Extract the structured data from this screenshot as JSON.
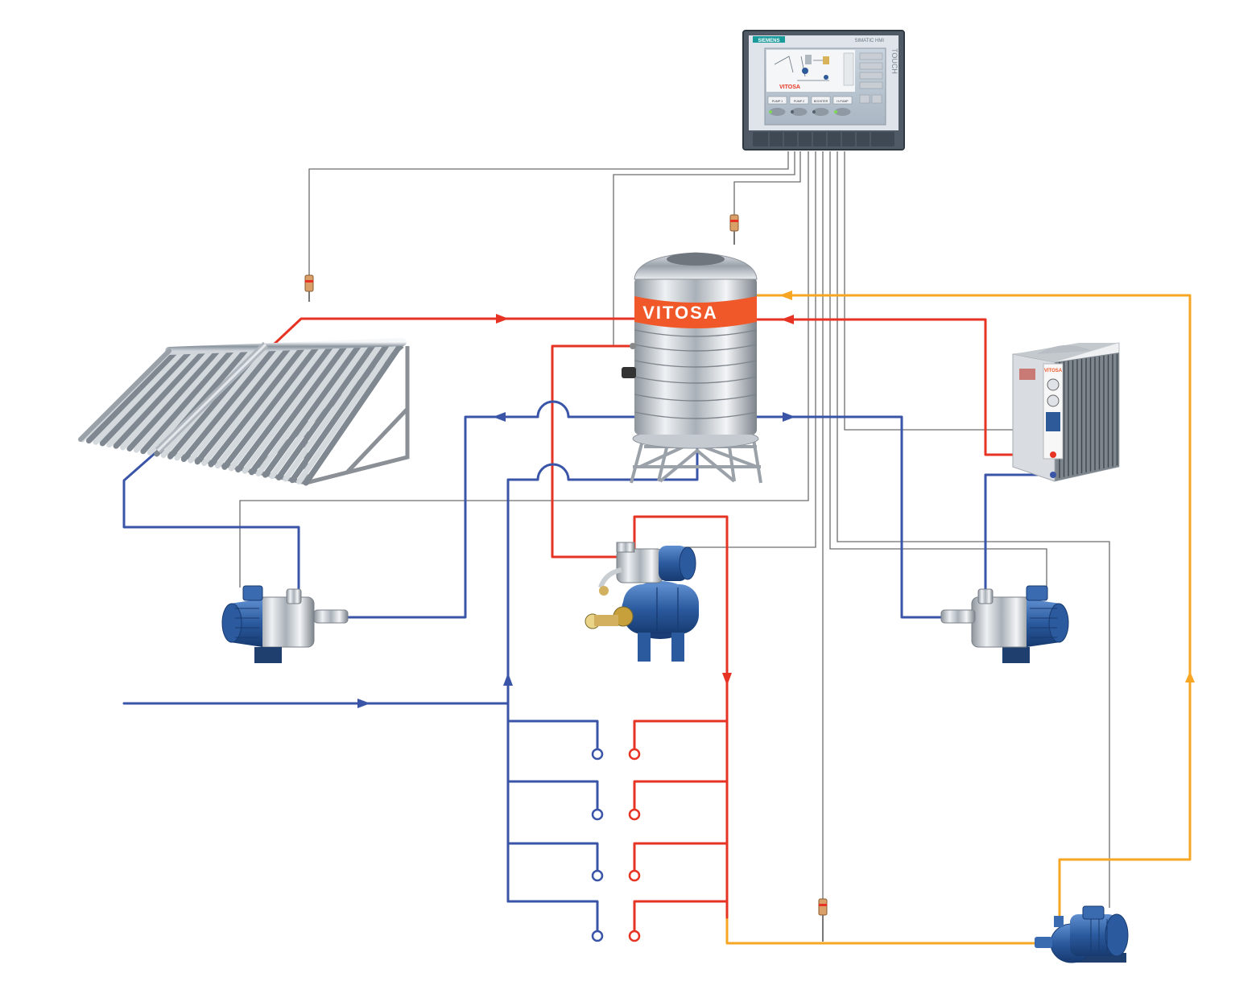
{
  "colors": {
    "hot": "#e63323",
    "cold": "#3a55a8",
    "recirc": "#f6a623",
    "wire": "#6d6d6d",
    "brand_orange": "#f0582a",
    "pump_blue": "#2f5a9a"
  },
  "hmi": {
    "brand": "SIEMENS",
    "model": "SIMATIC HMI",
    "side_label": "TOUCH",
    "screen_logo": "VITOSA",
    "screen_buttons": [
      "PUMP 1",
      "PUMP 2",
      "BOOSTER",
      "H-PUMP"
    ]
  },
  "tank": {
    "brand": "VITOSA"
  },
  "heat_pump": {
    "brand": "VITOSA"
  },
  "icons": [
    "control-panel-icon",
    "solar-collector-icon",
    "storage-tank-icon",
    "heat-pump-icon",
    "centrifugal-pump-icon",
    "booster-pump-icon",
    "circulation-pump-icon",
    "temperature-sensor-icon",
    "hot-outlet-icon",
    "cold-outlet-icon"
  ]
}
